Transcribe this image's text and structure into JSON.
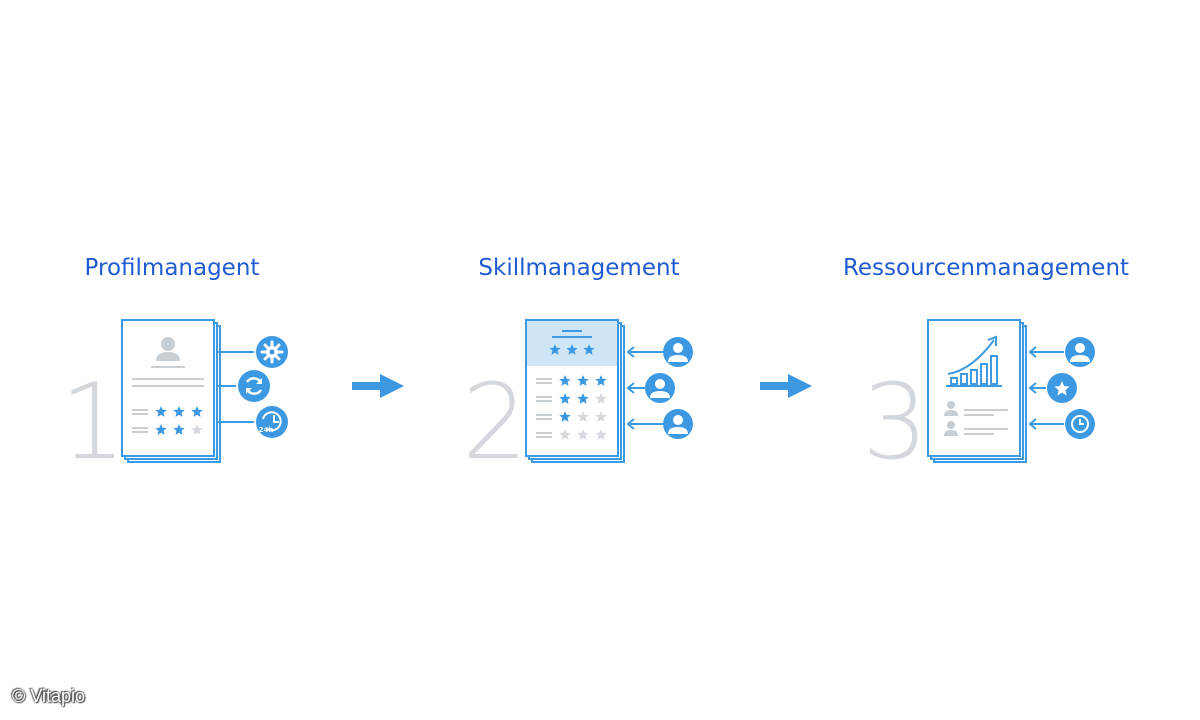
{
  "steps": [
    {
      "number": "1",
      "title": "Profilmanagent",
      "side_icons": [
        "gear-icon",
        "refresh-icon",
        "clock-24h-icon"
      ],
      "side_icon_label": "24h",
      "rating_rows": [
        3,
        2
      ]
    },
    {
      "number": "2",
      "title": "Skillmanagement",
      "side_icons": [
        "person-icon",
        "person-icon",
        "person-icon"
      ],
      "header_rating": 3,
      "rating_rows": [
        3,
        2,
        1,
        0
      ]
    },
    {
      "number": "3",
      "title": "Ressourcenmanagement",
      "side_icons": [
        "person-icon",
        "star-icon",
        "clock-icon"
      ],
      "chart_icon": "growth-chart-icon"
    }
  ],
  "connectors": [
    "arrow-right-icon",
    "arrow-right-icon"
  ],
  "credit": "© Vitapio",
  "colors": {
    "accent": "#3e99e3",
    "title": "#1f5bd1",
    "number": "#d4d8dc",
    "grey": "#c9ced3",
    "header_fill": "#cfe6f8"
  }
}
